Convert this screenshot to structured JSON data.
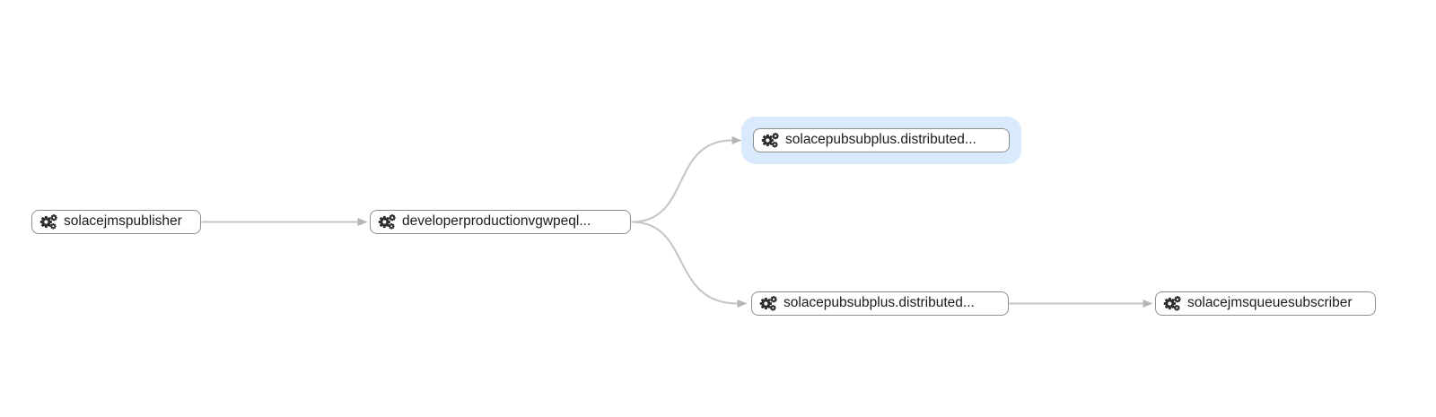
{
  "graph": {
    "canvas": {
      "background": "#ffffff"
    },
    "colors": {
      "node_fill": "#ffffff",
      "node_border": "#8f8f8f",
      "node_text": "#1b1b1b",
      "icon": "#2e2e2e",
      "edge": "#c4c4c4",
      "arrowhead": "#b6b6b6",
      "selection_halo": "#d8eafb"
    },
    "nodes": [
      {
        "id": "n1",
        "label": "solacejmspublisher",
        "icon": "gears-icon",
        "highlighted": false
      },
      {
        "id": "n2",
        "label": "developerproductionvgwpeql...",
        "icon": "gears-icon",
        "highlighted": false
      },
      {
        "id": "n3",
        "label": "solacepubsubplus.distributed...",
        "icon": "gears-icon",
        "highlighted": true
      },
      {
        "id": "n4",
        "label": "solacepubsubplus.distributed...",
        "icon": "gears-icon",
        "highlighted": false
      },
      {
        "id": "n5",
        "label": "solacejmsqueuesubscriber",
        "icon": "gears-icon",
        "highlighted": false
      }
    ],
    "edges": [
      {
        "from": "n1",
        "to": "n2"
      },
      {
        "from": "n2",
        "to": "n3"
      },
      {
        "from": "n2",
        "to": "n4"
      },
      {
        "from": "n4",
        "to": "n5"
      }
    ]
  }
}
